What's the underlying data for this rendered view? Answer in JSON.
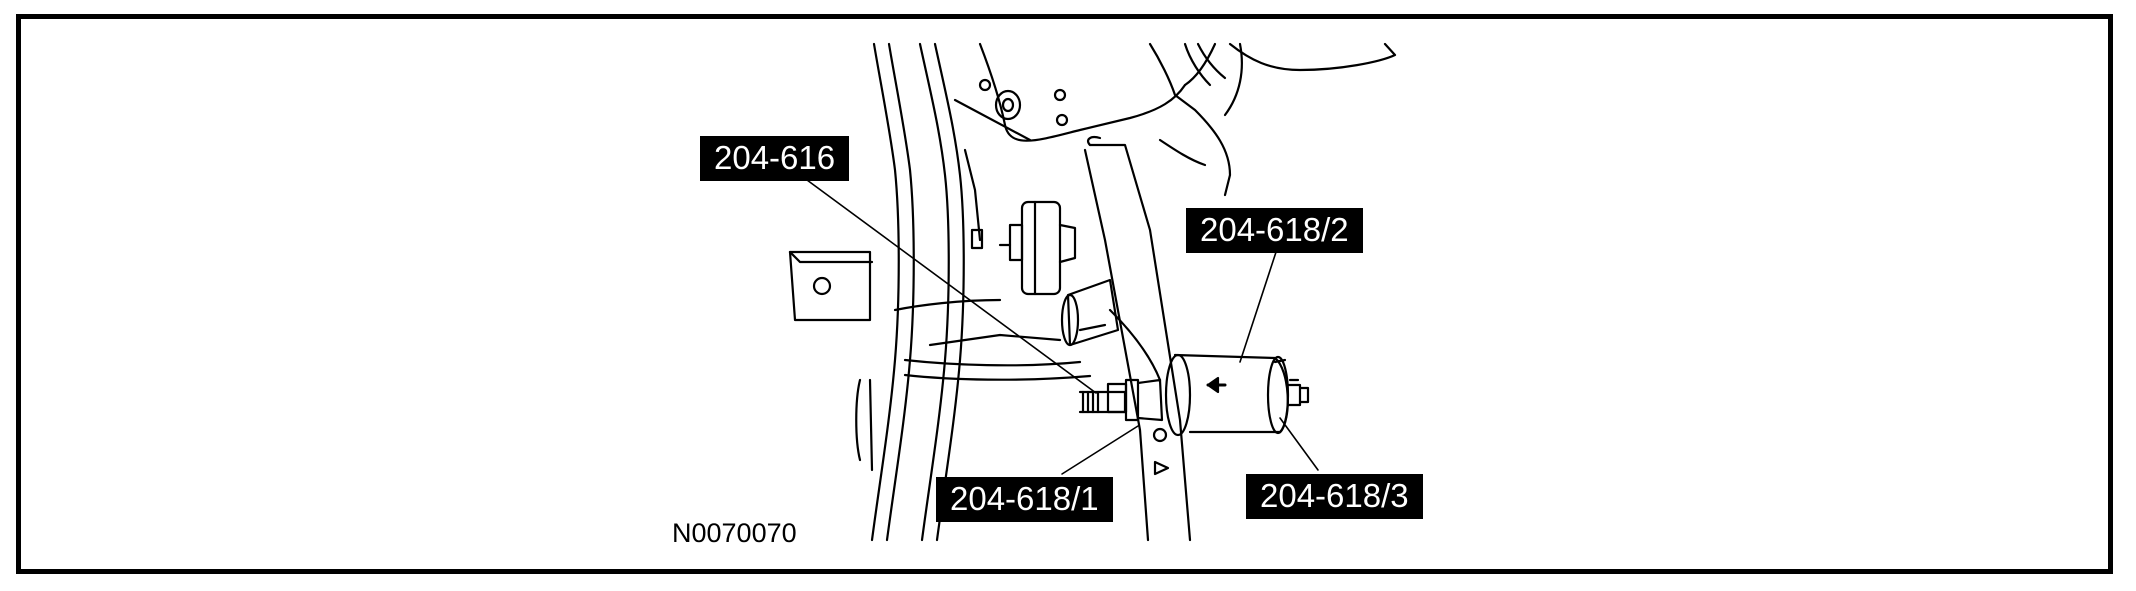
{
  "figure": {
    "id": "N0070070",
    "callouts": {
      "tool_a": "204-616",
      "tool_b2": "204-618/2",
      "tool_b1": "204-618/1",
      "tool_b3": "204-618/3"
    }
  }
}
